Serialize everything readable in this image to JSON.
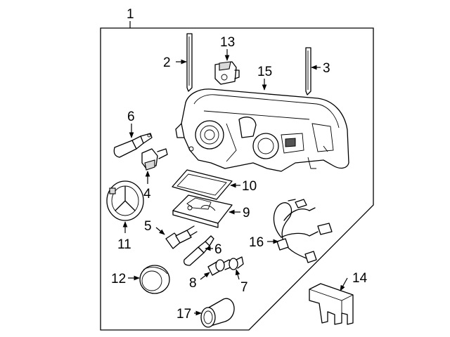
{
  "callouts": {
    "c1": "1",
    "c2": "2",
    "c3": "3",
    "c4": "4",
    "c5": "5",
    "c6a": "6",
    "c6b": "6",
    "c7": "7",
    "c8": "8",
    "c9": "9",
    "c10": "10",
    "c11": "11",
    "c12": "12",
    "c13": "13",
    "c14": "14",
    "c15": "15",
    "c16": "16",
    "c17": "17"
  }
}
